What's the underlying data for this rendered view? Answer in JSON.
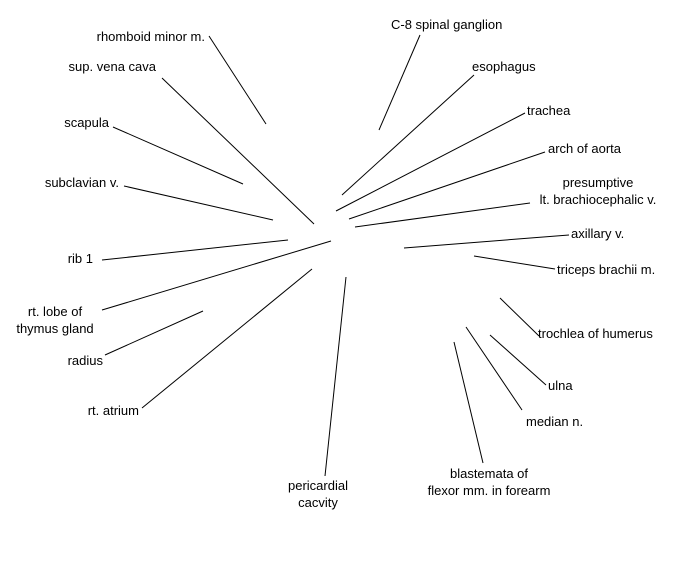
{
  "colors": {
    "line": "#000000",
    "text": "#000000",
    "background": "#ffffff"
  },
  "labels": {
    "rhomboid_minor": "rhomboid minor m.",
    "sup_vena_cava": "sup. vena cava",
    "scapula": "scapula",
    "subclavian_v": "subclavian v.",
    "rib_1": "rib 1",
    "thymus_line1": "rt. lobe of",
    "thymus_line2": "thymus gland",
    "radius": "radius",
    "rt_atrium": "rt. atrium",
    "pericardial_line1": "pericardial",
    "pericardial_line2": "cacvity",
    "c8_ganglion": "C-8 spinal ganglion",
    "esophagus": "esophagus",
    "trachea": "trachea",
    "arch_of_aorta": "arch of aorta",
    "brachio_line1": "presumptive",
    "brachio_line2": "lt. brachiocephalic v.",
    "axillary_v": "axillary v.",
    "triceps": "triceps brachii m.",
    "trochlea": "trochlea of humerus",
    "ulna": "ulna",
    "median_n": "median n.",
    "blastemata_line1": "blastemata of",
    "blastemata_line2": "flexor mm. in forearm"
  }
}
